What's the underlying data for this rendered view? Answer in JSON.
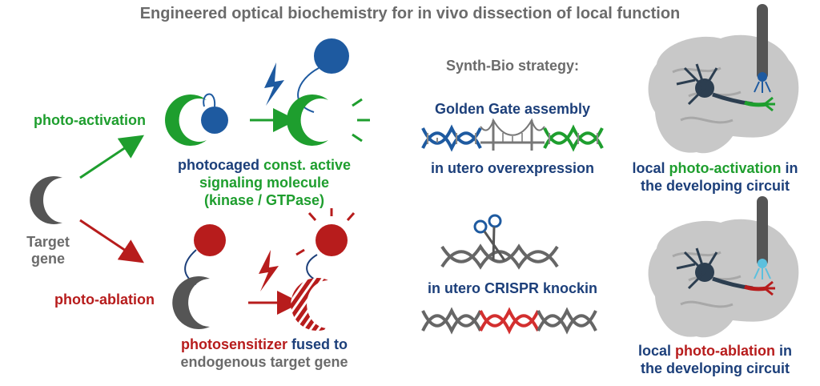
{
  "title": "Engineered optical biochemistry for in vivo dissection of local function",
  "labels": {
    "target_gene": "Target\ngene",
    "photo_activation": "photo-activation",
    "photo_ablation": "photo-ablation",
    "photocaged_line1_a": "photocaged",
    "photocaged_line1_b": " const. active",
    "photocaged_line2": "signaling molecule",
    "photocaged_line3": "(kinase / GTPase)",
    "photosensitizer_a": "photosensitizer",
    "photosensitizer_b": " fused to",
    "photosensitizer_line2": "endogenous target gene",
    "synth_bio": "Synth-Bio strategy:",
    "golden_gate": "Golden Gate assembly",
    "in_utero_overexpression": "in utero overexpression",
    "in_utero_crispr": "in utero CRISPR knockin",
    "local_act_a": "local ",
    "local_act_b": "photo-activation",
    "local_act_c": " in",
    "local_act_line2": "the developing circuit",
    "local_abl_a": "local ",
    "local_abl_b": "photo-ablation",
    "local_abl_c": " in",
    "local_abl_line2": "the developing circuit"
  },
  "colors": {
    "green": "#1e9e2e",
    "navy": "#1c3f7a",
    "blue": "#1e5aa0",
    "red": "#b71c1c",
    "gray": "#6b6b6b",
    "brain": "#c8c8c8"
  },
  "icons": [
    "crescent-icon",
    "lightning-bolt-icon",
    "dna-helix-icon",
    "bridge-icon",
    "scissors-icon",
    "brain-icon",
    "neuron-icon",
    "optical-probe-icon"
  ]
}
